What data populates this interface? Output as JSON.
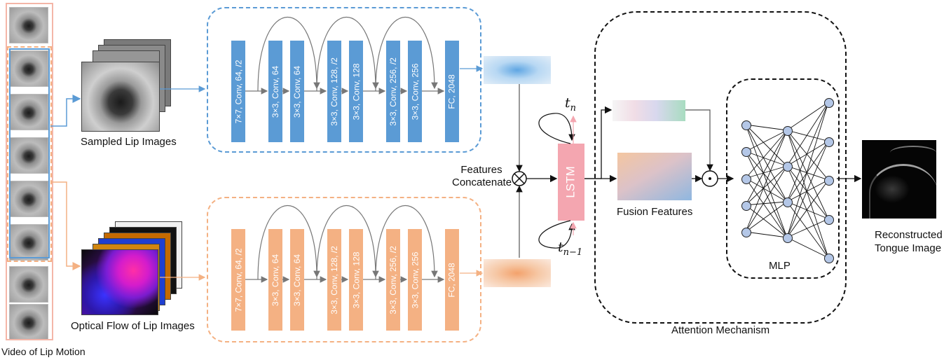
{
  "labels": {
    "video": "Video of Lip Motion",
    "sampled": "Sampled Lip Images",
    "optical": "Optical Flow of Lip Images",
    "concat_line1": "Features",
    "concat_line2": "Concatenate",
    "lstm": "LSTM",
    "fusion": "Fusion Features",
    "mlp": "MLP",
    "attention": "Attention Mechanism",
    "recon_line1": "Reconstructed",
    "recon_line2": "Tongue Image",
    "tn": "t",
    "tn_sub": "n",
    "tn1": "t",
    "tn1_sub": "n−1"
  },
  "lip_branch_layers": [
    "7×7, Conv, 64, /2",
    "3×3, Conv, 64",
    "3×3, Conv, 64",
    "3×3, Conv, 128, /2",
    "3×3, Conv, 128",
    "3×3, Conv, 256, /2",
    "3×3, Conv, 256",
    "FC, 2048"
  ],
  "flow_branch_layers": [
    "7×7, Conv, 64, /2",
    "3×3, Conv, 64",
    "3×3, Conv, 64",
    "3×3, Conv, 128, /2",
    "3×3, Conv, 128",
    "3×3, Conv, 256, /2",
    "3×3, Conv, 256",
    "FC, 2048"
  ],
  "mlp_layer_sizes": [
    5,
    4,
    5
  ],
  "colors": {
    "lip_branch": "#5b9bd5",
    "flow_branch": "#f4b183",
    "lstm": "#f4a6b0",
    "mlp_node": "#b4c7e7",
    "video_box": "#f4b6a8",
    "sampled_box": "#5b9bd5"
  }
}
